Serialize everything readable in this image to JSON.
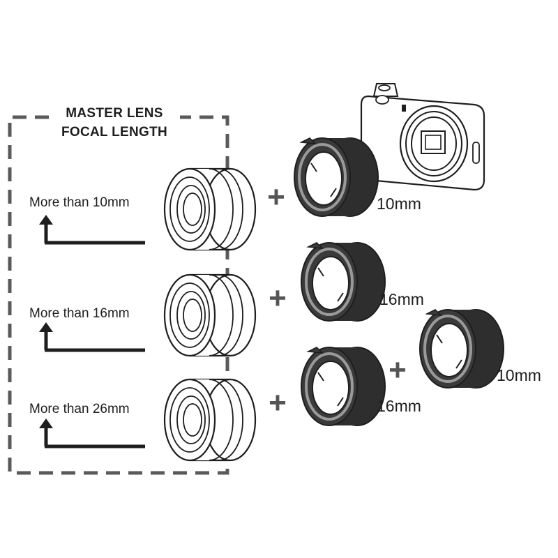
{
  "title": {
    "line1": "MASTER LENS",
    "line2": "FOCAL LENGTH"
  },
  "plus_symbol": "+",
  "rows": [
    {
      "condition": "More than 10mm",
      "tubes": [
        "10mm"
      ]
    },
    {
      "condition": "More than 16mm",
      "tubes": [
        "16mm"
      ]
    },
    {
      "condition": "More than 26mm",
      "tubes": [
        "16mm",
        "10mm"
      ]
    }
  ],
  "colors": {
    "dash_frame": "#5a5a5a",
    "ink": "#1e1e1e",
    "tube_body": "#333333",
    "tube_ring": "#8a8a8a",
    "plus": "#555555"
  },
  "icons": [
    "camera-body-icon",
    "master-lens-icon",
    "extension-tube-icon",
    "return-arrow-icon"
  ]
}
